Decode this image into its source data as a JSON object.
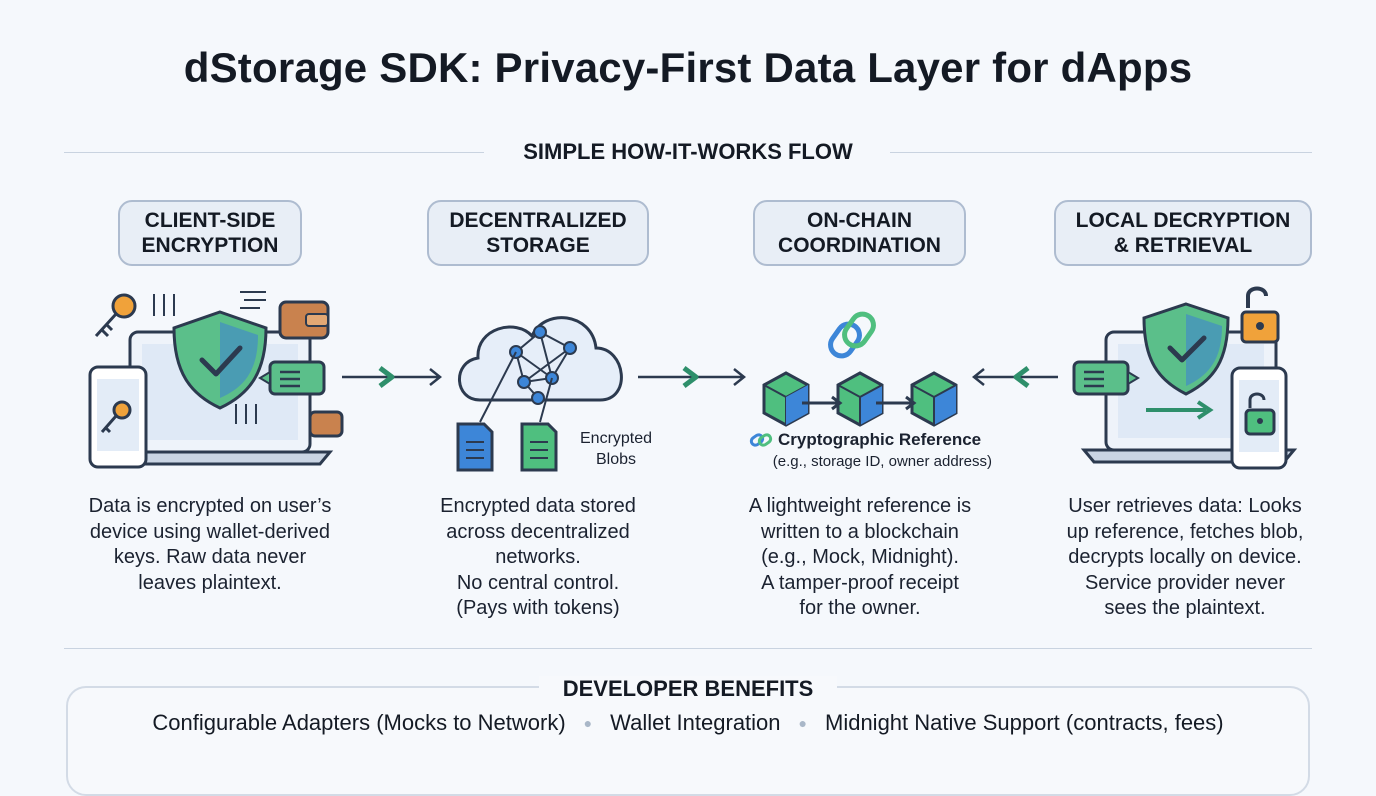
{
  "title": "dStorage SDK: Privacy-First Data Layer for dApps",
  "flow_label": "SIMPLE HOW-IT-WORKS FLOW",
  "steps": [
    {
      "title_line1": "CLIENT-SIDE",
      "title_line2": "ENCRYPTION",
      "desc": [
        "Data is encrypted on user’s",
        "device using wallet-derived",
        "keys. Raw data never",
        "leaves plaintext."
      ]
    },
    {
      "title_line1": "DECENTRALIZED",
      "title_line2": "STORAGE",
      "desc": [
        "Encrypted data stored",
        "across decentralized",
        "networks.",
        "No central control.",
        "(Pays with tokens)"
      ]
    },
    {
      "title_line1": "ON-CHAIN",
      "title_line2": "COORDINATION",
      "desc": [
        "A lightweight reference is",
        "written to a blockchain",
        "(e.g., Mock, Midnight).",
        "A tamper-proof receipt",
        "for the owner."
      ]
    },
    {
      "title_line1": "LOCAL DECRYPTION",
      "title_line2": "& RETRIEVAL",
      "desc": [
        "User retrieves data: Looks",
        "up reference, fetches blob,",
        "decrypts locally on device.",
        "Service provider never",
        "sees the plaintext."
      ]
    }
  ],
  "storage_label": [
    "Encrypted",
    "Blobs"
  ],
  "chain_label": {
    "main": "Cryptographic Reference",
    "sub": "(e.g., storage ID, owner address)"
  },
  "benefits_label": "DEVELOPER BENEFITS",
  "benefits": [
    "Configurable Adapters (Mocks to Network)",
    "Wallet Integration",
    "Midnight Native Support (contracts, fees)"
  ],
  "colors": {
    "shield_green": "#5bbf8a",
    "shield_blue": "#3d7fd6",
    "key_orange": "#f0a23a",
    "wallet_brown": "#c9824e",
    "cube_green": "#4fbf7f",
    "cube_blue": "#3d86d8",
    "arrow_green": "#2e8f6b",
    "outline": "#2c3a4f"
  }
}
